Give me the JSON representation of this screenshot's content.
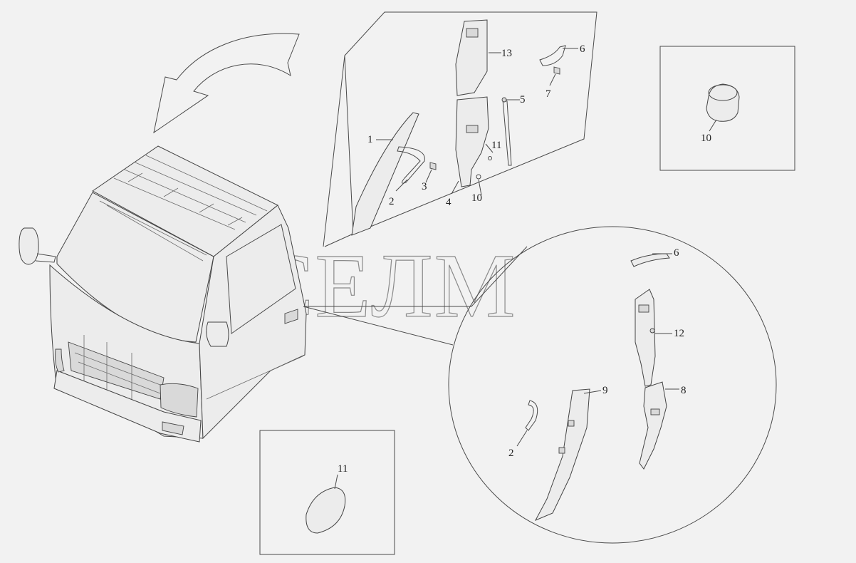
{
  "watermark": "СЕЛМ",
  "callouts": {
    "top_panel": {
      "n1": "1",
      "n2": "2",
      "n3": "3",
      "n4": "4",
      "n5": "5",
      "n6": "6",
      "n7": "7",
      "n10": "10",
      "n11": "11",
      "n13": "13"
    },
    "circle_panel": {
      "n6": "6",
      "n12": "12",
      "n8": "8",
      "n9": "9",
      "n2": "2"
    },
    "box_right": {
      "n10": "10"
    },
    "box_bottom": {
      "n11": "11"
    }
  }
}
